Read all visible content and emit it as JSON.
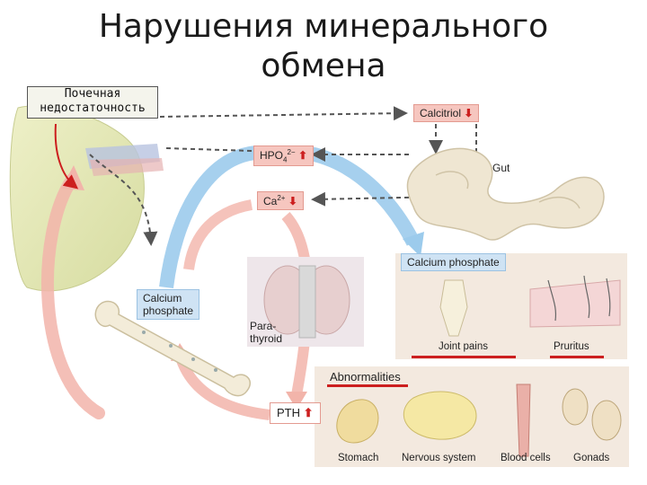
{
  "title": "Нарушения минерального обмена",
  "kidney_label": [
    "Почечная",
    "недостаточность"
  ],
  "nodes": {
    "calcitriol": "Calcitriol",
    "gut": "Gut",
    "hpo4": "HPO",
    "hpo4_sub": "4",
    "hpo4_sup": "2−",
    "ca": "Ca",
    "ca_sup": "2+",
    "calcium_phosphate_right": "Calcium phosphate",
    "calcium_phosphate_left_1": "Calcium",
    "calcium_phosphate_left_2": "phosphate",
    "parathyroid_1": "Para-",
    "parathyroid_2": "thyroid",
    "pth": "PTH",
    "joint_pains": "Joint pains",
    "pruritus": "Pruritus",
    "abnormalities": "Abnormalities",
    "stomach": "Stomach",
    "nervous_system": "Nervous system",
    "blood_cells": "Blood cells",
    "gonads": "Gonads"
  },
  "colors": {
    "pink_arrow": "#f2b4aa",
    "blue_arrow": "#9ccbec",
    "red": "#cc1f1f",
    "panel": "#f3e9df"
  }
}
